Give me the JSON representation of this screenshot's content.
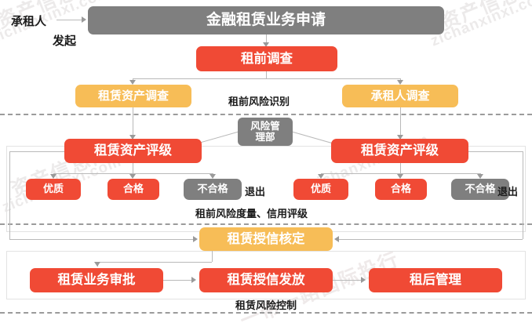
{
  "diagram": {
    "title_box": "金融租赁业务申请",
    "actor": "承租人",
    "actor_action": "发起",
    "sections": [
      {
        "id": "s1",
        "label": "租前风险识别"
      },
      {
        "id": "s2",
        "label": "租前风险度量、信用评级"
      },
      {
        "id": "s3",
        "label": "租赁风险控制"
      }
    ],
    "dept_box": {
      "line1": "风险管",
      "line2": "理部"
    },
    "nodes": {
      "pre_lease_survey": "租前调查",
      "asset_survey": "租赁资产调查",
      "lessee_survey": "承租人调查",
      "rating_left": "租赁资产评级",
      "rating_right": "租赁资产评级",
      "credit_approval": "租赁授信核定",
      "business_approval": "租赁业务审批",
      "credit_issue": "租赁授信发放",
      "post_lease_mgmt": "租后管理"
    },
    "grades": {
      "left": [
        {
          "label": "优质",
          "color": "red"
        },
        {
          "label": "合格",
          "color": "red"
        },
        {
          "label": "不合格",
          "color": "gray"
        }
      ],
      "right": [
        {
          "label": "优质",
          "color": "red"
        },
        {
          "label": "合格",
          "color": "red"
        },
        {
          "label": "不合格",
          "color": "gray"
        }
      ],
      "exit_label_left": "退出",
      "exit_label_right": "退出"
    },
    "colors": {
      "red": "#f04a35",
      "orange": "#f7bd57",
      "gray": "#7f7f7f",
      "connector": "#b9b9b9",
      "divider": "#9b9b9b",
      "text": "#1a1a1a"
    },
    "watermarks": [
      "资产信息网",
      "zichanxinxi.com",
      "资产信息网",
      "zichanxinxi.com",
      "资产信息网",
      "zichanxinxi.com",
      "zichanxinxi.com",
      "一带一路国际投行"
    ]
  }
}
